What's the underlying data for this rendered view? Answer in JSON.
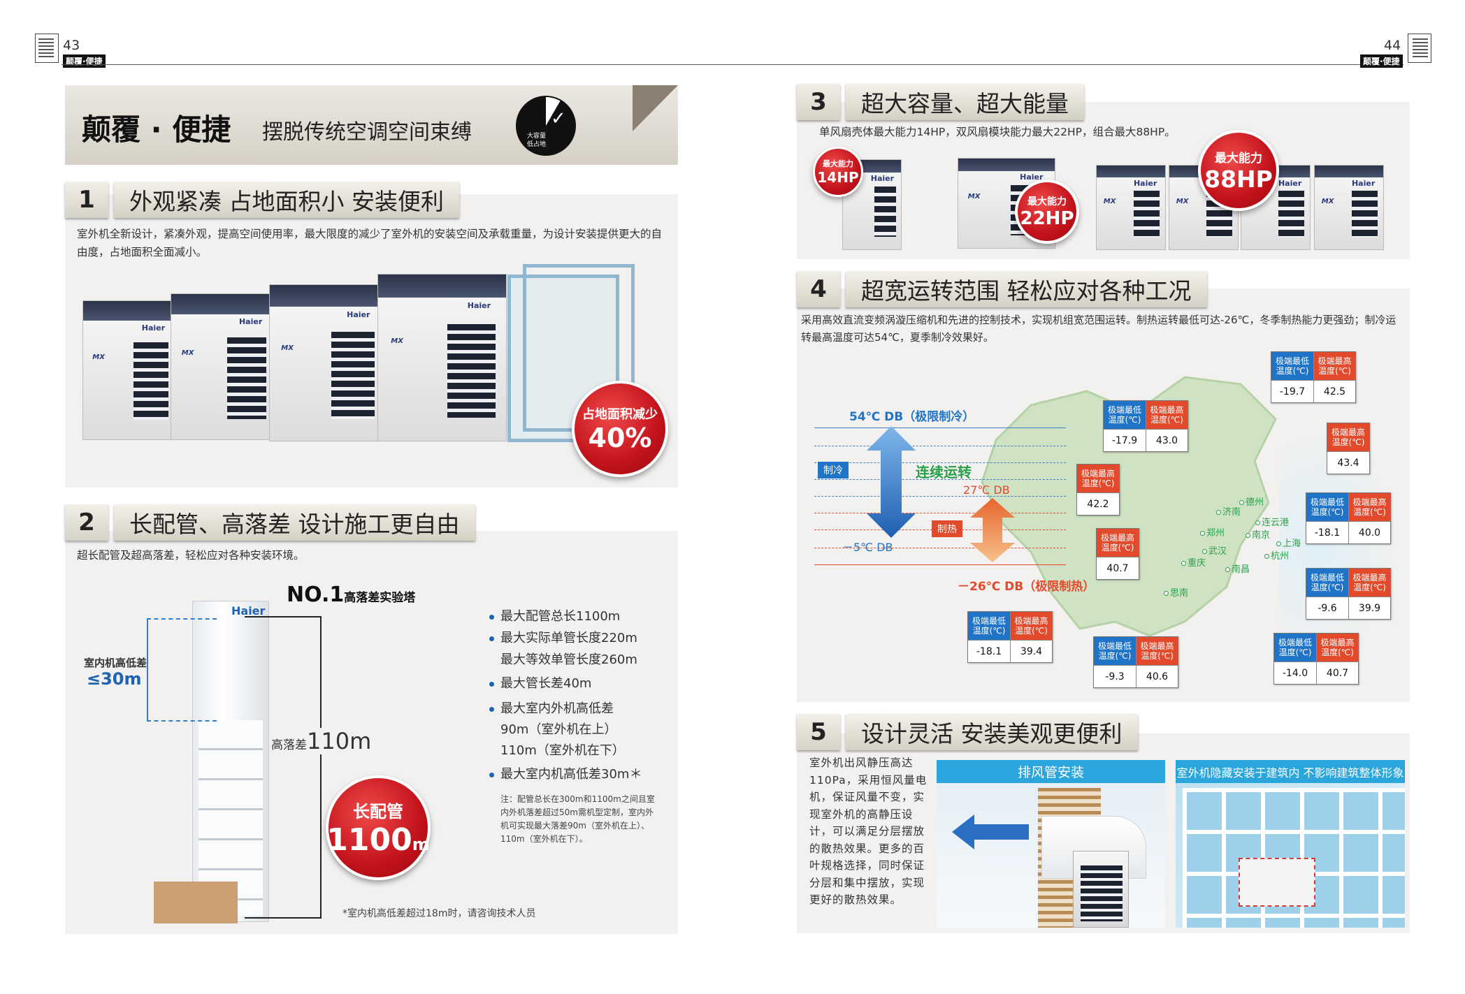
{
  "header": {
    "left_page": "43",
    "right_page": "44",
    "tag": "颠覆·便捷"
  },
  "banner": {
    "title": "颠覆 · 便捷",
    "subtitle": "摆脱传统空调空间束缚",
    "icon_text_1": "大容量",
    "icon_text_2": "低占地"
  },
  "s1": {
    "num": "1",
    "title": "外观紧凑  占地面积小 安装便利",
    "desc": "室外机全新设计，紧凑外观，提高空间使用率，最大限度的减少了室外机的安装空间及承载重量，为设计安装提供更大的自由度，占地面积全面减小。",
    "badge_label": "占地面积减少",
    "badge_value": "40%",
    "unit_logo": "Haier",
    "unit_model": "MX"
  },
  "s2": {
    "num": "2",
    "title": "长配管、高落差  设计施工更自由",
    "desc": "超长配管及超高落差，轻松应对各种安装环境。",
    "tower_title_big": "NO.1",
    "tower_title_small": "高落差实验塔",
    "tower_logo": "Haier",
    "indoor_label": "室内机高低差",
    "indoor_value": "≤30m",
    "drop_label": "高落差",
    "drop_value": "110m",
    "badge_label": "长配管",
    "badge_value": "1100",
    "badge_unit": "m",
    "bullets": [
      "最大配管总长1100m",
      "最大实际单管长度220m",
      "最大等效单管长度260m",
      "最大管长差40m",
      "最大室内外机高低差",
      "90m（室外机在上）",
      "110m（室外机在下）",
      "最大室内机高低差30m＊"
    ],
    "note": "注：配管总长在300m和1100m之间且室内外机落差超过50m需机型定制，室内外机可实现最大落差90m（室外机在上）、110m（室外机在下）。",
    "footnote": "*室内机高低差超过18m时，请咨询技术人员"
  },
  "s3": {
    "num": "3",
    "title": "超大容量、超大能量",
    "desc": "单风扇壳体最大能力14HP，双风扇模块能力最大22HP，组合最大88HP。",
    "badges": [
      {
        "label": "最大能力",
        "value": "14HP"
      },
      {
        "label": "最大能力",
        "value": "22HP"
      },
      {
        "label": "最大能力",
        "value": "88HP"
      }
    ]
  },
  "s4": {
    "num": "4",
    "title": "超宽运转范围  轻松应对各种工况",
    "desc": "采用高效直流变频涡漩压缩机和先进的控制技术，实现机组宽范围运转。制热运转最低可达-26℃，冬季制热能力更强劲；制冷运转最高温度可达54℃，夏季制冷效果好。",
    "gauge": {
      "top": "54℃ DB（极限制冷）",
      "cool": "制冷",
      "continuous": "连续运转",
      "mid": "27℃ DB",
      "heat": "制热",
      "low": "－5℃ DB",
      "bottom": "－26℃ DB（极限制热）"
    },
    "low_label": "极端最低温度(℃)",
    "high_label": "极端最高温度(℃)",
    "boxes": [
      {
        "low": "-19.7",
        "high": "42.5"
      },
      {
        "low": "-17.9",
        "high": "43.0"
      },
      {
        "high": "43.4"
      },
      {
        "high": "42.2"
      },
      {
        "low": "-18.1",
        "high": "40.0"
      },
      {
        "high": "40.7"
      },
      {
        "low": "-9.6",
        "high": "39.9"
      },
      {
        "low": "-18.1",
        "high": "39.4"
      },
      {
        "low": "-9.3",
        "high": "40.6"
      },
      {
        "low": "-14.0",
        "high": "40.7"
      }
    ],
    "cities": [
      "德州",
      "济南",
      "连云港",
      "郑州",
      "南京",
      "上海",
      "武汉",
      "杭州",
      "南昌",
      "重庆",
      "思南"
    ]
  },
  "s5": {
    "num": "5",
    "title": "设计灵活  安装美观更便利",
    "desc": "室外机出风静压高达110Pa，采用恒风量电机，保证风量不变，实现室外机的高静压设计，可以满足分层摆放的散热效果。更多的百叶规格选择，同时保证分层和集中摆放，实现更好的散热效果。",
    "img1_title": "排风管安装",
    "img2_title": "室外机隐藏安装于建筑内 不影响建筑整体形象"
  },
  "colors": {
    "red": "#c8141d",
    "blue": "#1f74c8",
    "orange": "#e24a2b",
    "green": "#2a9f4a",
    "panel": "#f2f1ef"
  }
}
